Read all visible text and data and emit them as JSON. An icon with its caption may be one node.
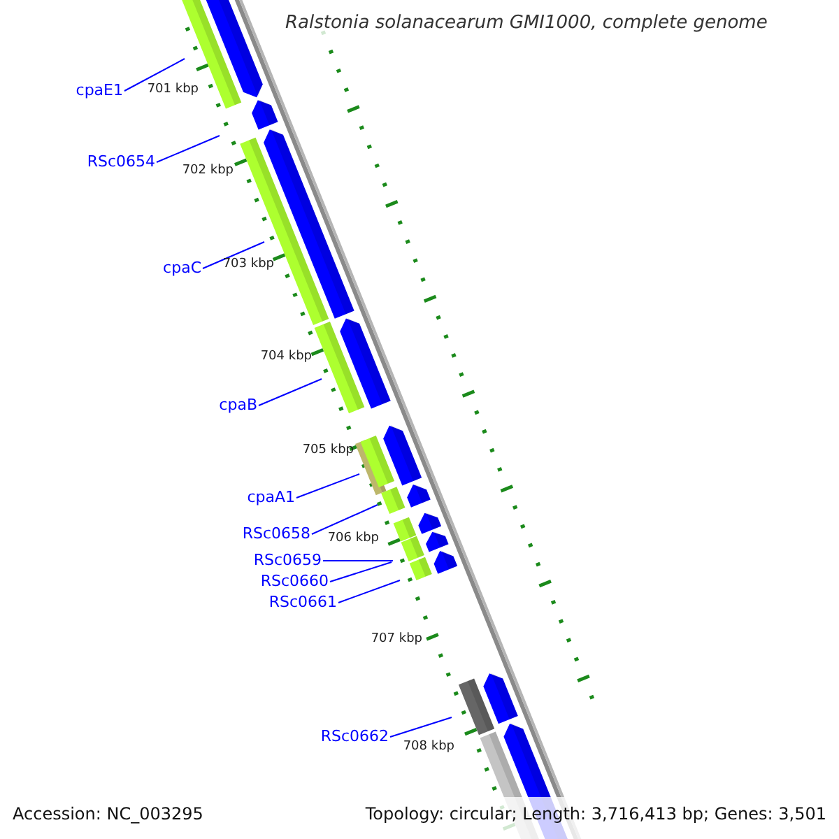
{
  "diagram": {
    "title": "Ralstonia solanacearum GMI1000, complete genome",
    "nodes": [
      {
        "text": [
          "cpaE1"
        ]
      },
      {
        "text": [
          "RSc0654"
        ]
      },
      {
        "text": [
          "cpaC"
        ]
      },
      {
        "text": [
          "cpaB"
        ]
      },
      {
        "text": [
          "cpaA1"
        ]
      },
      {
        "text": [
          "RSc0658"
        ]
      },
      {
        "text": [
          "RSc0659"
        ]
      },
      {
        "text": [
          "RSc0660"
        ]
      },
      {
        "text": [
          "RSc0661"
        ]
      },
      {
        "text": [
          "RSc0662"
        ]
      }
    ],
    "edges": [
      {
        "from": 0,
        "to": null,
        "arrow": "none"
      },
      {
        "from": 1,
        "to": null,
        "arrow": "none"
      },
      {
        "from": 2,
        "to": null,
        "arrow": "none"
      },
      {
        "from": 3,
        "to": null,
        "arrow": "none"
      },
      {
        "from": 4,
        "to": null,
        "arrow": "none"
      },
      {
        "from": 5,
        "to": null,
        "arrow": "none"
      },
      {
        "from": 6,
        "to": null,
        "arrow": "none"
      },
      {
        "from": 7,
        "to": null,
        "arrow": "none"
      },
      {
        "from": 8,
        "to": null,
        "arrow": "none"
      },
      {
        "from": 9,
        "to": null,
        "arrow": "none"
      }
    ],
    "labels": [
      "701 kbp",
      "702 kbp",
      "703 kbp",
      "704 kbp",
      "705 kbp",
      "706 kbp",
      "707 kbp",
      "708 kbp",
      "Accession: NC_003295",
      "Topology: circular; Length: 3,716,413 bp; Genes: 3,501"
    ]
  }
}
